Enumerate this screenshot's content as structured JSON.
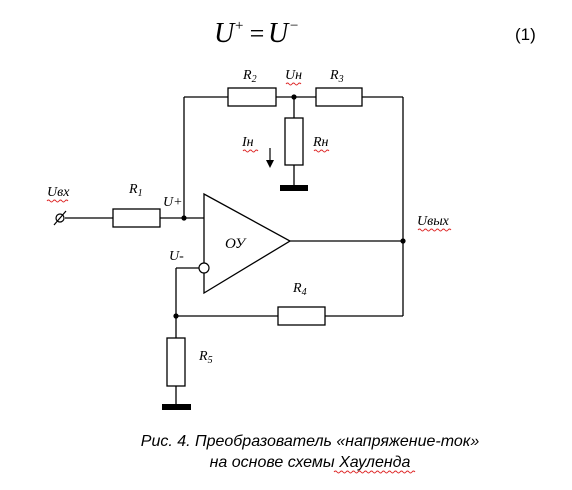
{
  "equation": {
    "lhs": "U",
    "lhs_sup": "+",
    "eq": " = ",
    "rhs": "U",
    "rhs_sup": "−",
    "number": "(1)"
  },
  "labels": {
    "r1": "R",
    "r1_sub": "1",
    "r2": "R",
    "r2_sub": "2",
    "r3": "R",
    "r3_sub": "3",
    "r4": "R",
    "r4_sub": "4",
    "r5": "R",
    "r5_sub": "5",
    "rn": "Rн",
    "un": "Uн",
    "in": "Iн",
    "uvx": "Uвх",
    "uvyx": "Uвых",
    "uplus": "U+",
    "uminus": "U-",
    "opamp": "ОУ"
  },
  "caption": {
    "line1": "Рис. 4. Преобразователь «напряжение-ток»",
    "line2": "на основе схемы Хауленда"
  }
}
